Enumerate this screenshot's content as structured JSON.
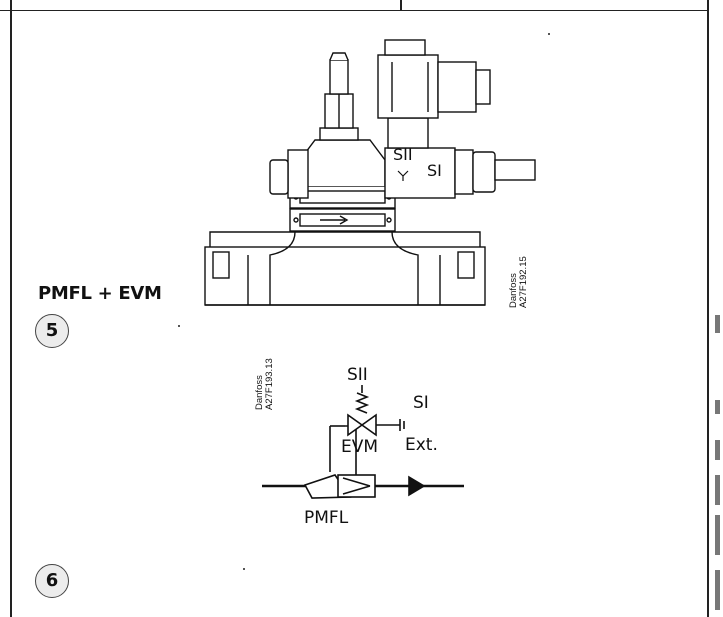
{
  "figure": {
    "title": "PMFL + EVM",
    "steps": [
      "5",
      "6"
    ],
    "drawing_1": {
      "code": "Danfoss\nA27F192.15",
      "labels": {
        "sii": "SII",
        "si": "SI"
      }
    },
    "drawing_2": {
      "code": "Danfoss\nA27F193.13",
      "labels": {
        "sii": "SII",
        "si": "SI",
        "evm": "EVM",
        "ext": "Ext.",
        "pmfl": "PMFL"
      }
    }
  }
}
